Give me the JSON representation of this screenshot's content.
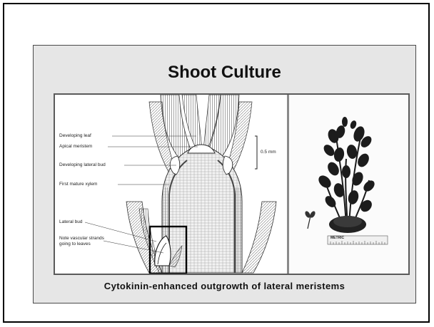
{
  "slide": {
    "title": "Shoot Culture",
    "caption": "Cytokinin-enhanced outgrowth of lateral meristems"
  },
  "diagram": {
    "labels": {
      "developing_leaf": "Developing leaf",
      "apical_meristem": "Apical meristem",
      "developing_lateral_bud": "Developing lateral bud",
      "first_mature_xylem": "First mature xylem",
      "lateral_bud": "Lateral bud",
      "vascular_line1": "Note vascular strands",
      "vascular_line2": "going to leaves"
    },
    "scale_label": "0.5 mm"
  },
  "photo": {
    "ruler_label": "METRIC"
  }
}
